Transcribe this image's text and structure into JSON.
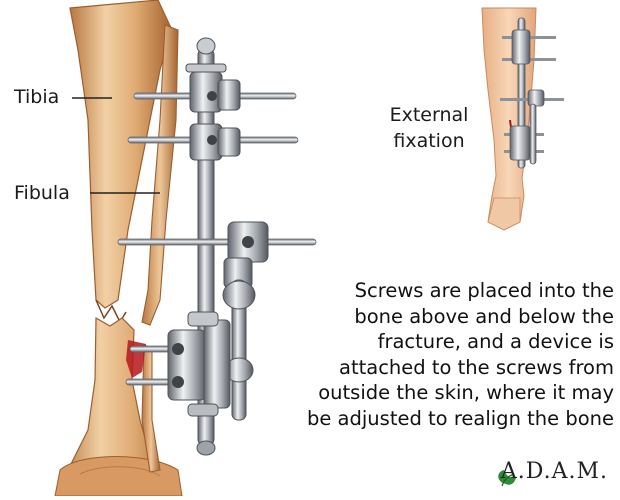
{
  "labels": {
    "tibia": "Tibia",
    "fibula": "Fibula",
    "external_fixation_line1": "External",
    "external_fixation_line2": "fixation"
  },
  "caption": {
    "lines": [
      "Screws are placed into the",
      "bone above and below the",
      "fracture, and a device is",
      "attached to the screws from",
      "outside the skin, where it may",
      "be adjusted to realign the bone"
    ]
  },
  "logo": {
    "text": "A.D.A.M."
  },
  "colors": {
    "bone_light": "#f0cfa4",
    "bone_mid": "#d9a06b",
    "bone_dark": "#a9683a",
    "metal_light": "#dfe2e6",
    "metal_mid": "#a8adb3",
    "metal_dark": "#5d6268",
    "blood": "#b5161d",
    "skin": "#f2c49e"
  }
}
